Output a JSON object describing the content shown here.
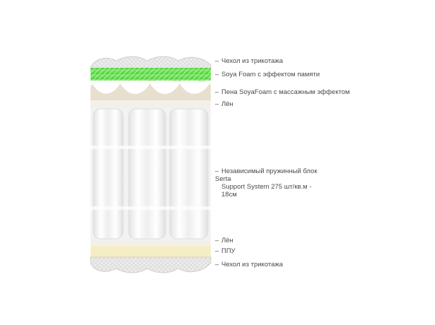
{
  "layers": [
    {
      "label": "Чехол из трикотажа",
      "dash": "–"
    },
    {
      "label": "Soya Foam с эффектом памяти",
      "dash": "–"
    },
    {
      "label": "Пена SoyaFoam с массажным эффектом",
      "dash": "–"
    },
    {
      "label": "Лён",
      "dash": "–"
    },
    {
      "label_lines": [
        "Независимый пружинный блок Serta",
        "Support System 275 шт/кв.м -",
        "18см"
      ],
      "dash": "–"
    },
    {
      "label": "Лён",
      "dash": "–"
    },
    {
      "label": "ППУ",
      "dash": "–"
    },
    {
      "label": "Чехол из трикотажа",
      "dash": "–"
    }
  ],
  "colors": {
    "cover": "#e9e9e9",
    "memory_foam": "#5bdc45",
    "massage_foam": "#e8dfcf",
    "linen": "#f3f0ea",
    "springs": "#f5f5f5",
    "ppu": "#f5edc6"
  }
}
